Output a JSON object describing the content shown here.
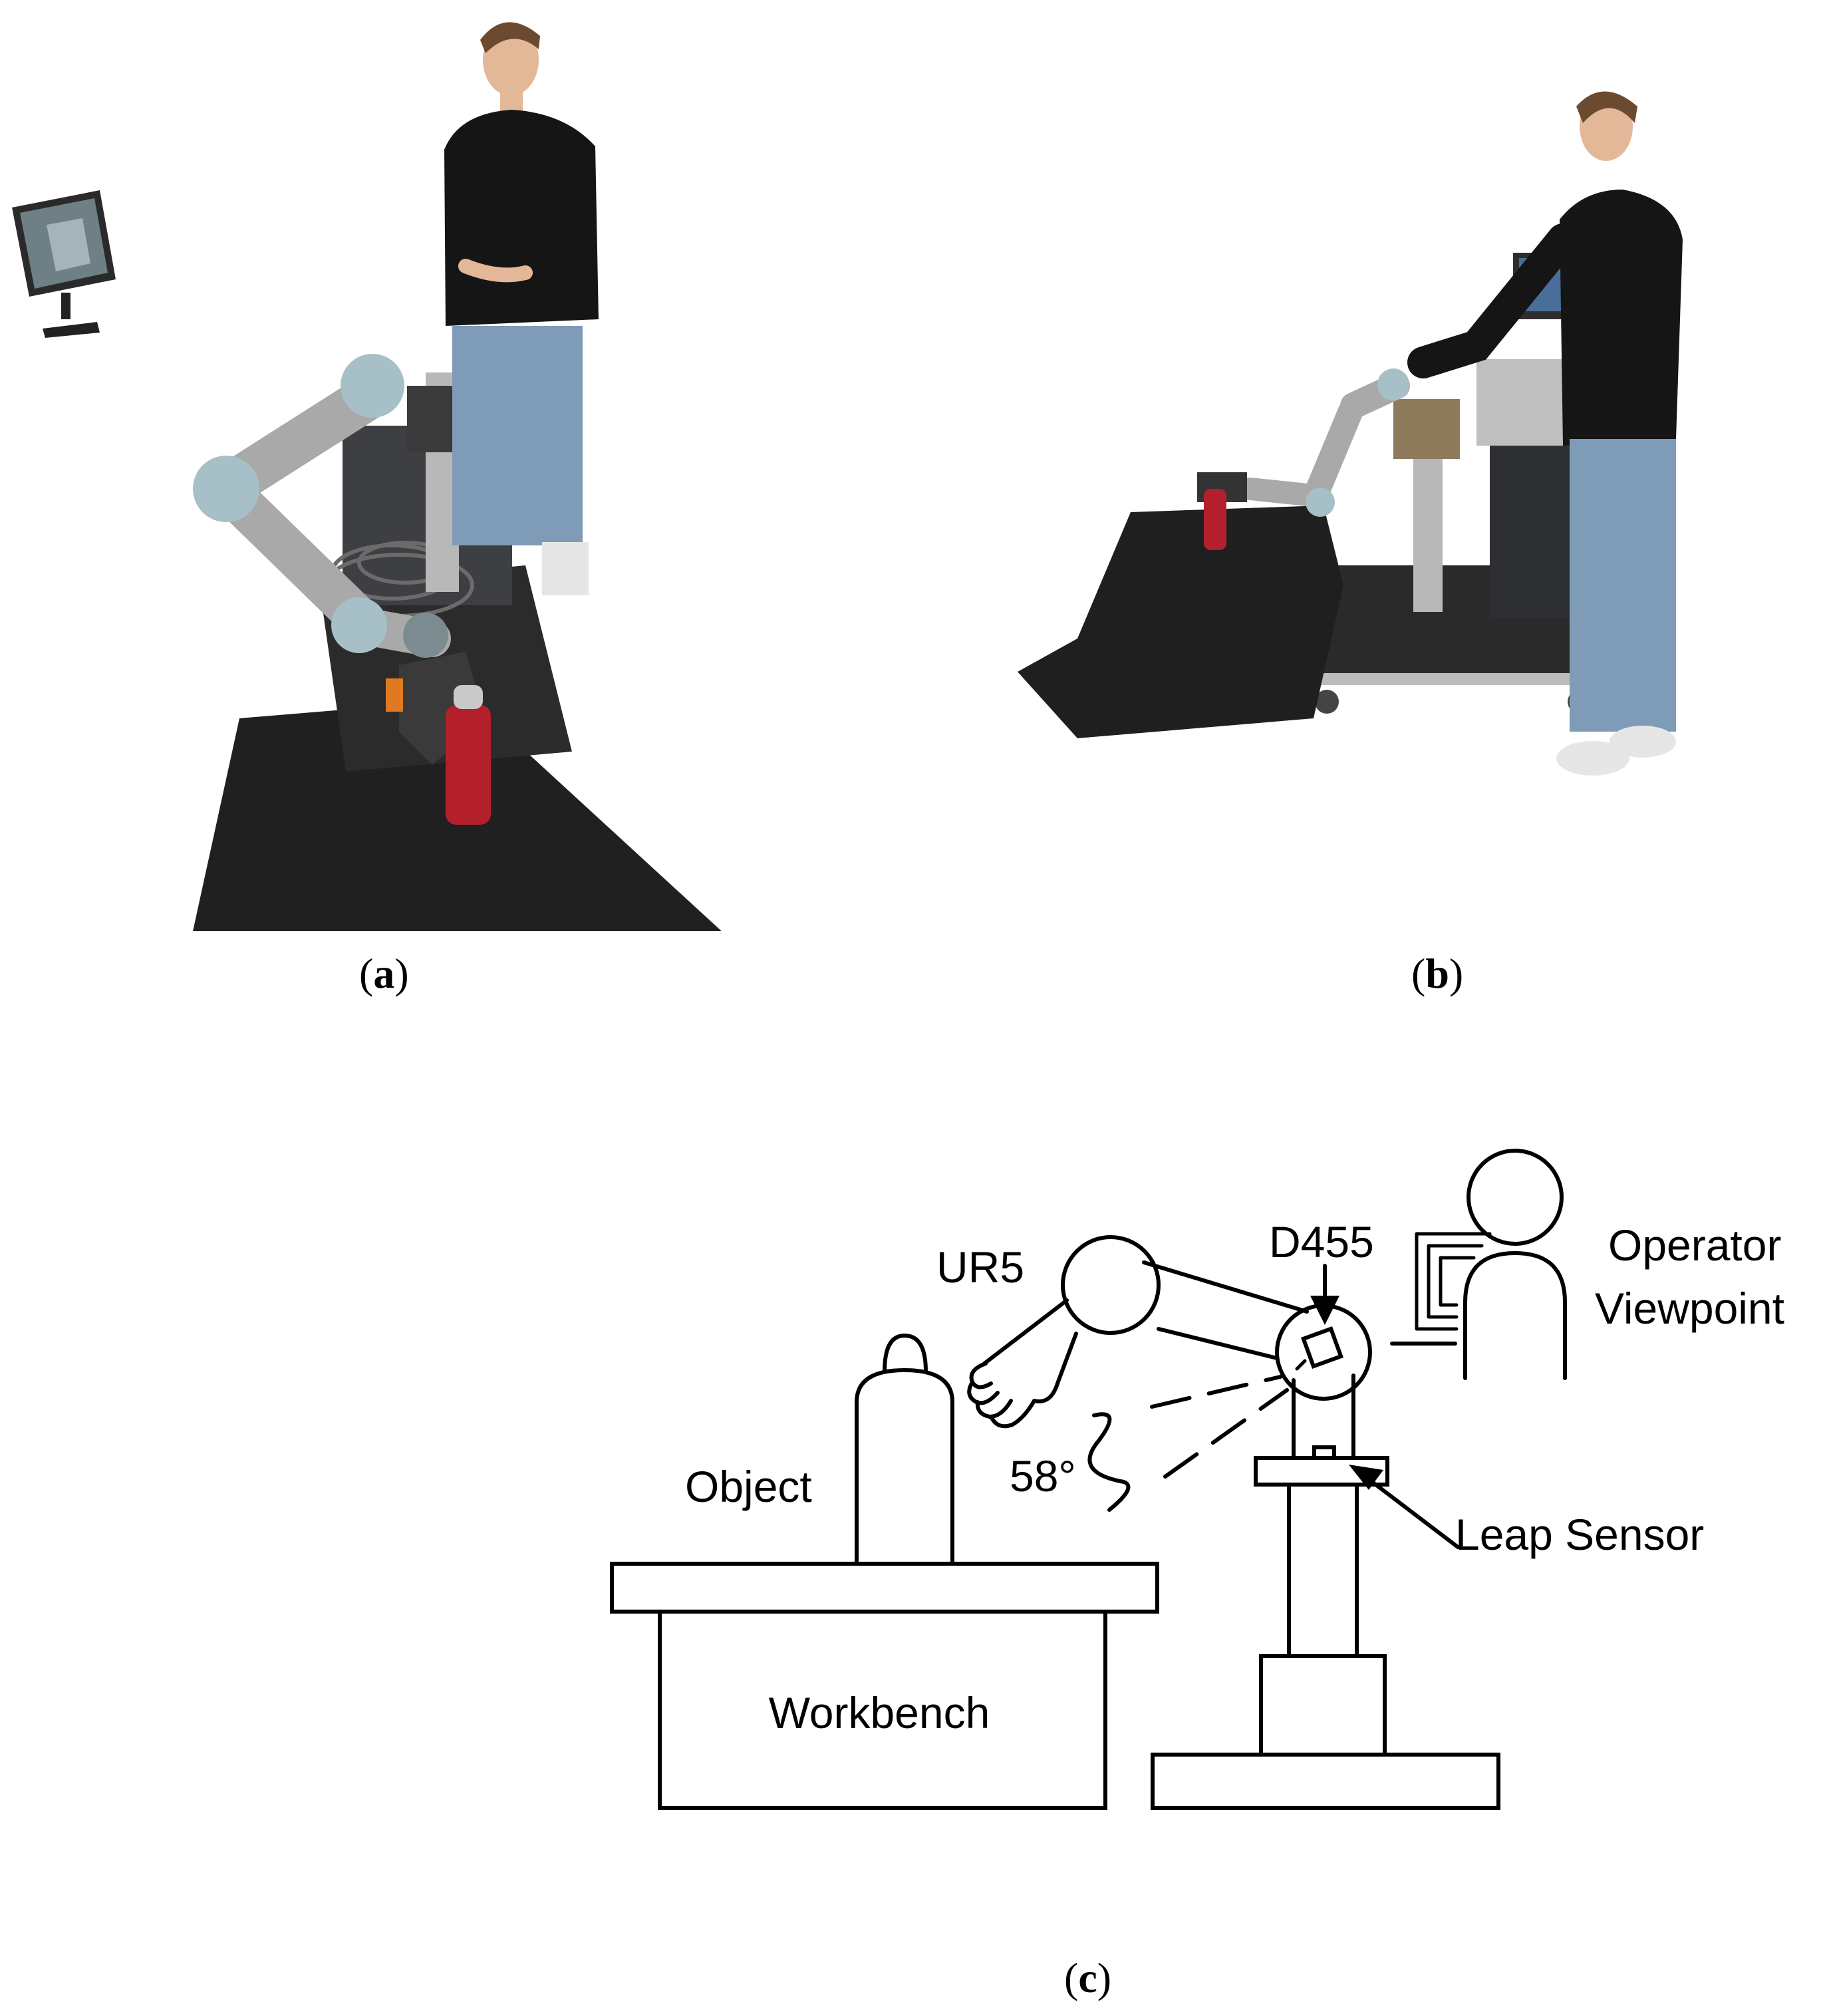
{
  "captions": {
    "a_open": "(",
    "a_letter": "a",
    "a_close": ")",
    "b_open": "(",
    "b_letter": "b",
    "b_close": ")",
    "c_open": "(",
    "c_letter": "c",
    "c_close": ")"
  },
  "diagram": {
    "ur5": "UR5",
    "d455": "D455",
    "operator_line1": "Operator",
    "operator_line2": "Viewpoint",
    "angle": "58°",
    "object": "Object",
    "leap_sensor": "Leap Sensor",
    "workbench": "Workbench"
  },
  "colors": {
    "cloth": "#1f1f1f",
    "bottle": "#b3202c",
    "robot_metal": "#a9a9a9",
    "robot_joint": "#a7c0c8",
    "jeans": "#7e9bb8",
    "sweater": "#151515"
  }
}
